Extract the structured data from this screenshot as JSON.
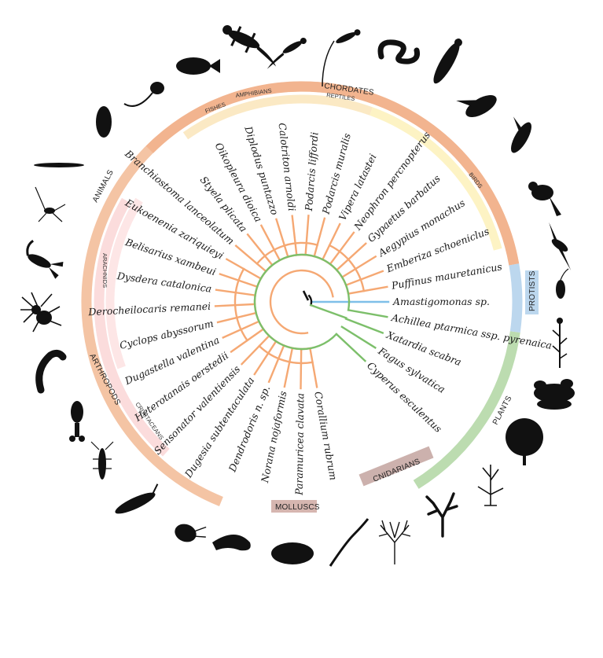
{
  "groups": {
    "animals": "ANIMALS",
    "chordates": "CHORDATES",
    "arthropods": "ARTHROPODS",
    "molluscs": "MOLLUSCS",
    "cnidarians": "CNIDARIANS",
    "plants": "PLANTS",
    "protists": "PROTISTS"
  },
  "subgroups": {
    "fishes": "FISHES",
    "amphibians": "AMPHIBIANS",
    "reptiles": "REPTILES",
    "birds": "BIRDS",
    "arachnids": "ARACHNIDS",
    "crustaceans": "CRUSTACEANS"
  },
  "species": [
    "Amastigomonas sp.",
    "Puffinus mauretanicus",
    "Emberiza schoeniclus",
    "Aegypius monachus",
    "Gypaetus barbatus",
    "Neophron percnopterus",
    "Vipera latastei",
    "Podarcis muralis",
    "Podarcis liffordi",
    "Calotriton arnoldi",
    "Diplodus puntazzo",
    "Oikopleura dioica",
    "Styela plicata",
    "Branchiostoma lanceolatum",
    "Eukoenenia zariquieyi",
    "Belisarius xambeui",
    "Dysdera catalonica",
    "Derocheilocaris remanei",
    "Cyclops abyssorum",
    "Dugastella valentina",
    "Heterotanais oerstedii",
    "Sensonator valentiensis",
    "Dugesia subtentaculata",
    "Dendrodoris n. sp.",
    "Norana nojaformis",
    "Paramuricea clavata",
    "Corallium rubrum",
    "Cyperus esculentus",
    "Fagus sylvatica",
    "Xatardia scabra",
    "Achillea ptarmica ssp. pyrenaica"
  ],
  "colors": {
    "animals": "#f4c4a4",
    "animals_branch": "#f5a873",
    "chordates": "#f2b48f",
    "vertebrate_inner": "#fbe9c4",
    "birds": "#fdf3c4",
    "arthropods_inner": "#fbdcdc",
    "molluscs": "#d6b6b0",
    "cnidarians": "#ccb1ad",
    "plants": "#bcdcb0",
    "plants_branch": "#7cbf6a",
    "protists": "#bcd7ee",
    "protists_branch": "#7fbfe8"
  }
}
